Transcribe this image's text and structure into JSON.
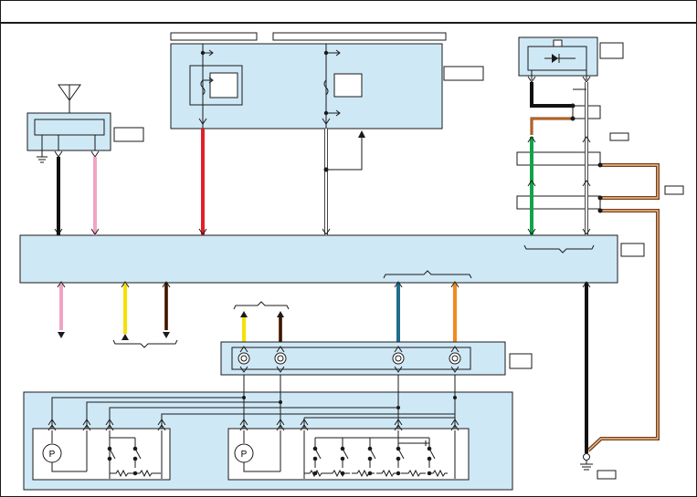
{
  "diagram": {
    "header_title": "",
    "colors": {
      "module_fill": "#cfe8f6",
      "outline": "#1a1a1a",
      "wire_black": "#111111",
      "wire_pink": "#f2a3c4",
      "wire_red": "#e0202a",
      "wire_white": "#ffffff",
      "wire_green": "#12a34a",
      "wire_brown": "#7a3b18",
      "wire_orange": "#f28a1e",
      "wire_yellow": "#f5e100",
      "wire_teal": "#1f6e8c",
      "wire_tan": "#e9c48f"
    },
    "modules": [
      "top-fuse-panel",
      "antenna-module",
      "ground-junction-module",
      "main-control-unit",
      "middle-connector-block",
      "bottom-switch-assembly"
    ],
    "icons": [
      "antenna-icon",
      "ground-icon",
      "diode-icon",
      "fuse-icon",
      "motor-icon",
      "switch-icon",
      "resistor-icon"
    ]
  }
}
